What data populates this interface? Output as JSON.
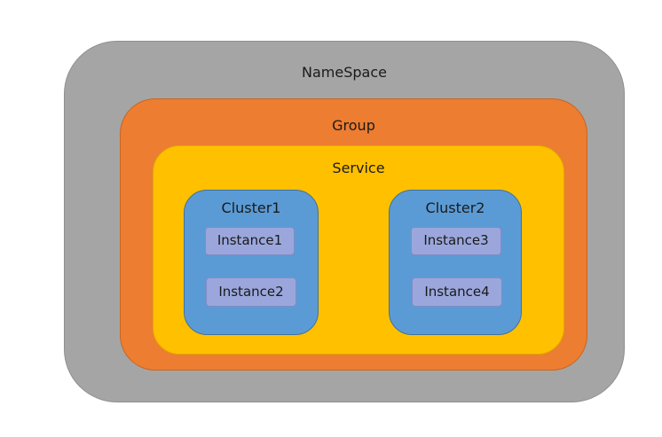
{
  "namespace": {
    "label": "NameSpace",
    "color": "#a5a5a5"
  },
  "group": {
    "label": "Group",
    "color": "#ed7d31"
  },
  "service": {
    "label": "Service",
    "color": "#ffc000"
  },
  "clusters": [
    {
      "label": "Cluster1",
      "color": "#5b9bd5",
      "instances": [
        {
          "label": "Instance1"
        },
        {
          "label": "Instance2"
        }
      ]
    },
    {
      "label": "Cluster2",
      "color": "#5b9bd5",
      "instances": [
        {
          "label": "Instance3"
        },
        {
          "label": "Instance4"
        }
      ]
    }
  ],
  "instance_color": "#9ba7dc"
}
